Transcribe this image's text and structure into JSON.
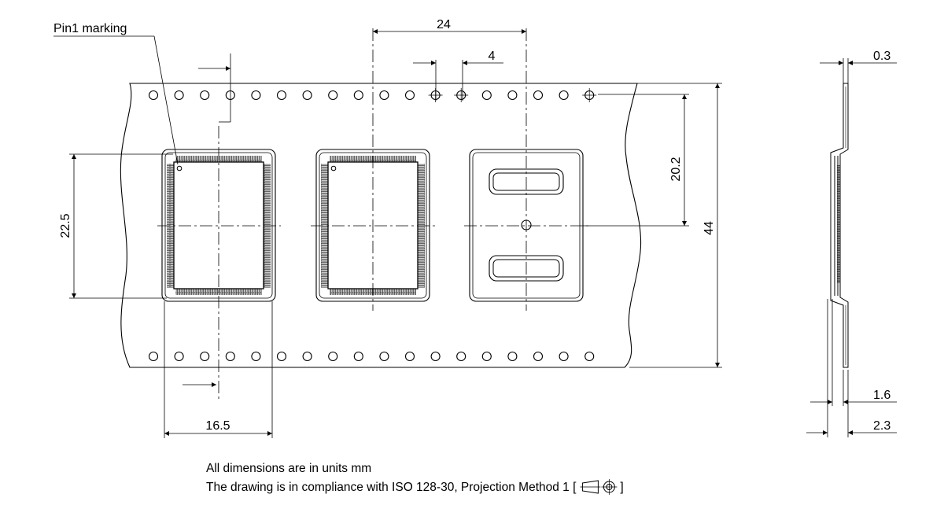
{
  "labels": {
    "pin1": "Pin1 marking",
    "pitch": "24",
    "hole_pitch": "4",
    "thickness": "0.3",
    "hole_offset": "20.2",
    "tape_width": "44",
    "pocket_height": "22.5",
    "pocket_width": "16.5",
    "cover_thickness": "1.6",
    "total_depth": "2.3"
  },
  "notes": {
    "units": "All dimensions are in units mm",
    "compliance_prefix": "The drawing is in compliance with ISO 128-30, Projection Method 1 [",
    "compliance_suffix": "]"
  },
  "icons": {
    "projection": "first-angle-projection-icon"
  }
}
